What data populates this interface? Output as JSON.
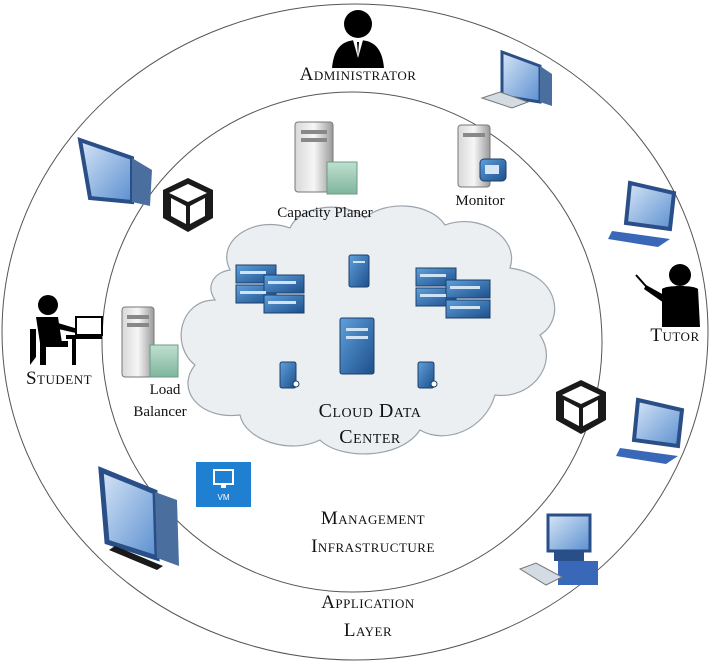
{
  "diagram": {
    "layers": {
      "outer": {
        "line1": "Application",
        "line2": "Layer"
      },
      "middle": {
        "line1": "Management",
        "line2": "Infrastructure"
      },
      "core": {
        "line1": "Cloud Data",
        "line2": "Center"
      }
    },
    "actors": {
      "administrator": "Administrator",
      "student": "Student",
      "tutor": "Tutor"
    },
    "components": {
      "capacity_planer": "Capacity Planer",
      "monitor": "Monitor",
      "load_balancer_line1": "Load",
      "load_balancer_line2": "Balancer",
      "vm_badge": "VM"
    },
    "icons": [
      "administrator-icon",
      "student-icon",
      "tutor-icon",
      "desktop-monitor-icon",
      "laptop-icon",
      "workstation-icon",
      "virtualbox-icon",
      "server-tower-icon",
      "server-rack-icon",
      "vm-tile-icon",
      "cloud-icon"
    ],
    "colors": {
      "device_blue": "#3a68b8",
      "server_blue": "#2f6fb0",
      "cloud_fill": "#eceff2",
      "ink": "#111111"
    }
  }
}
